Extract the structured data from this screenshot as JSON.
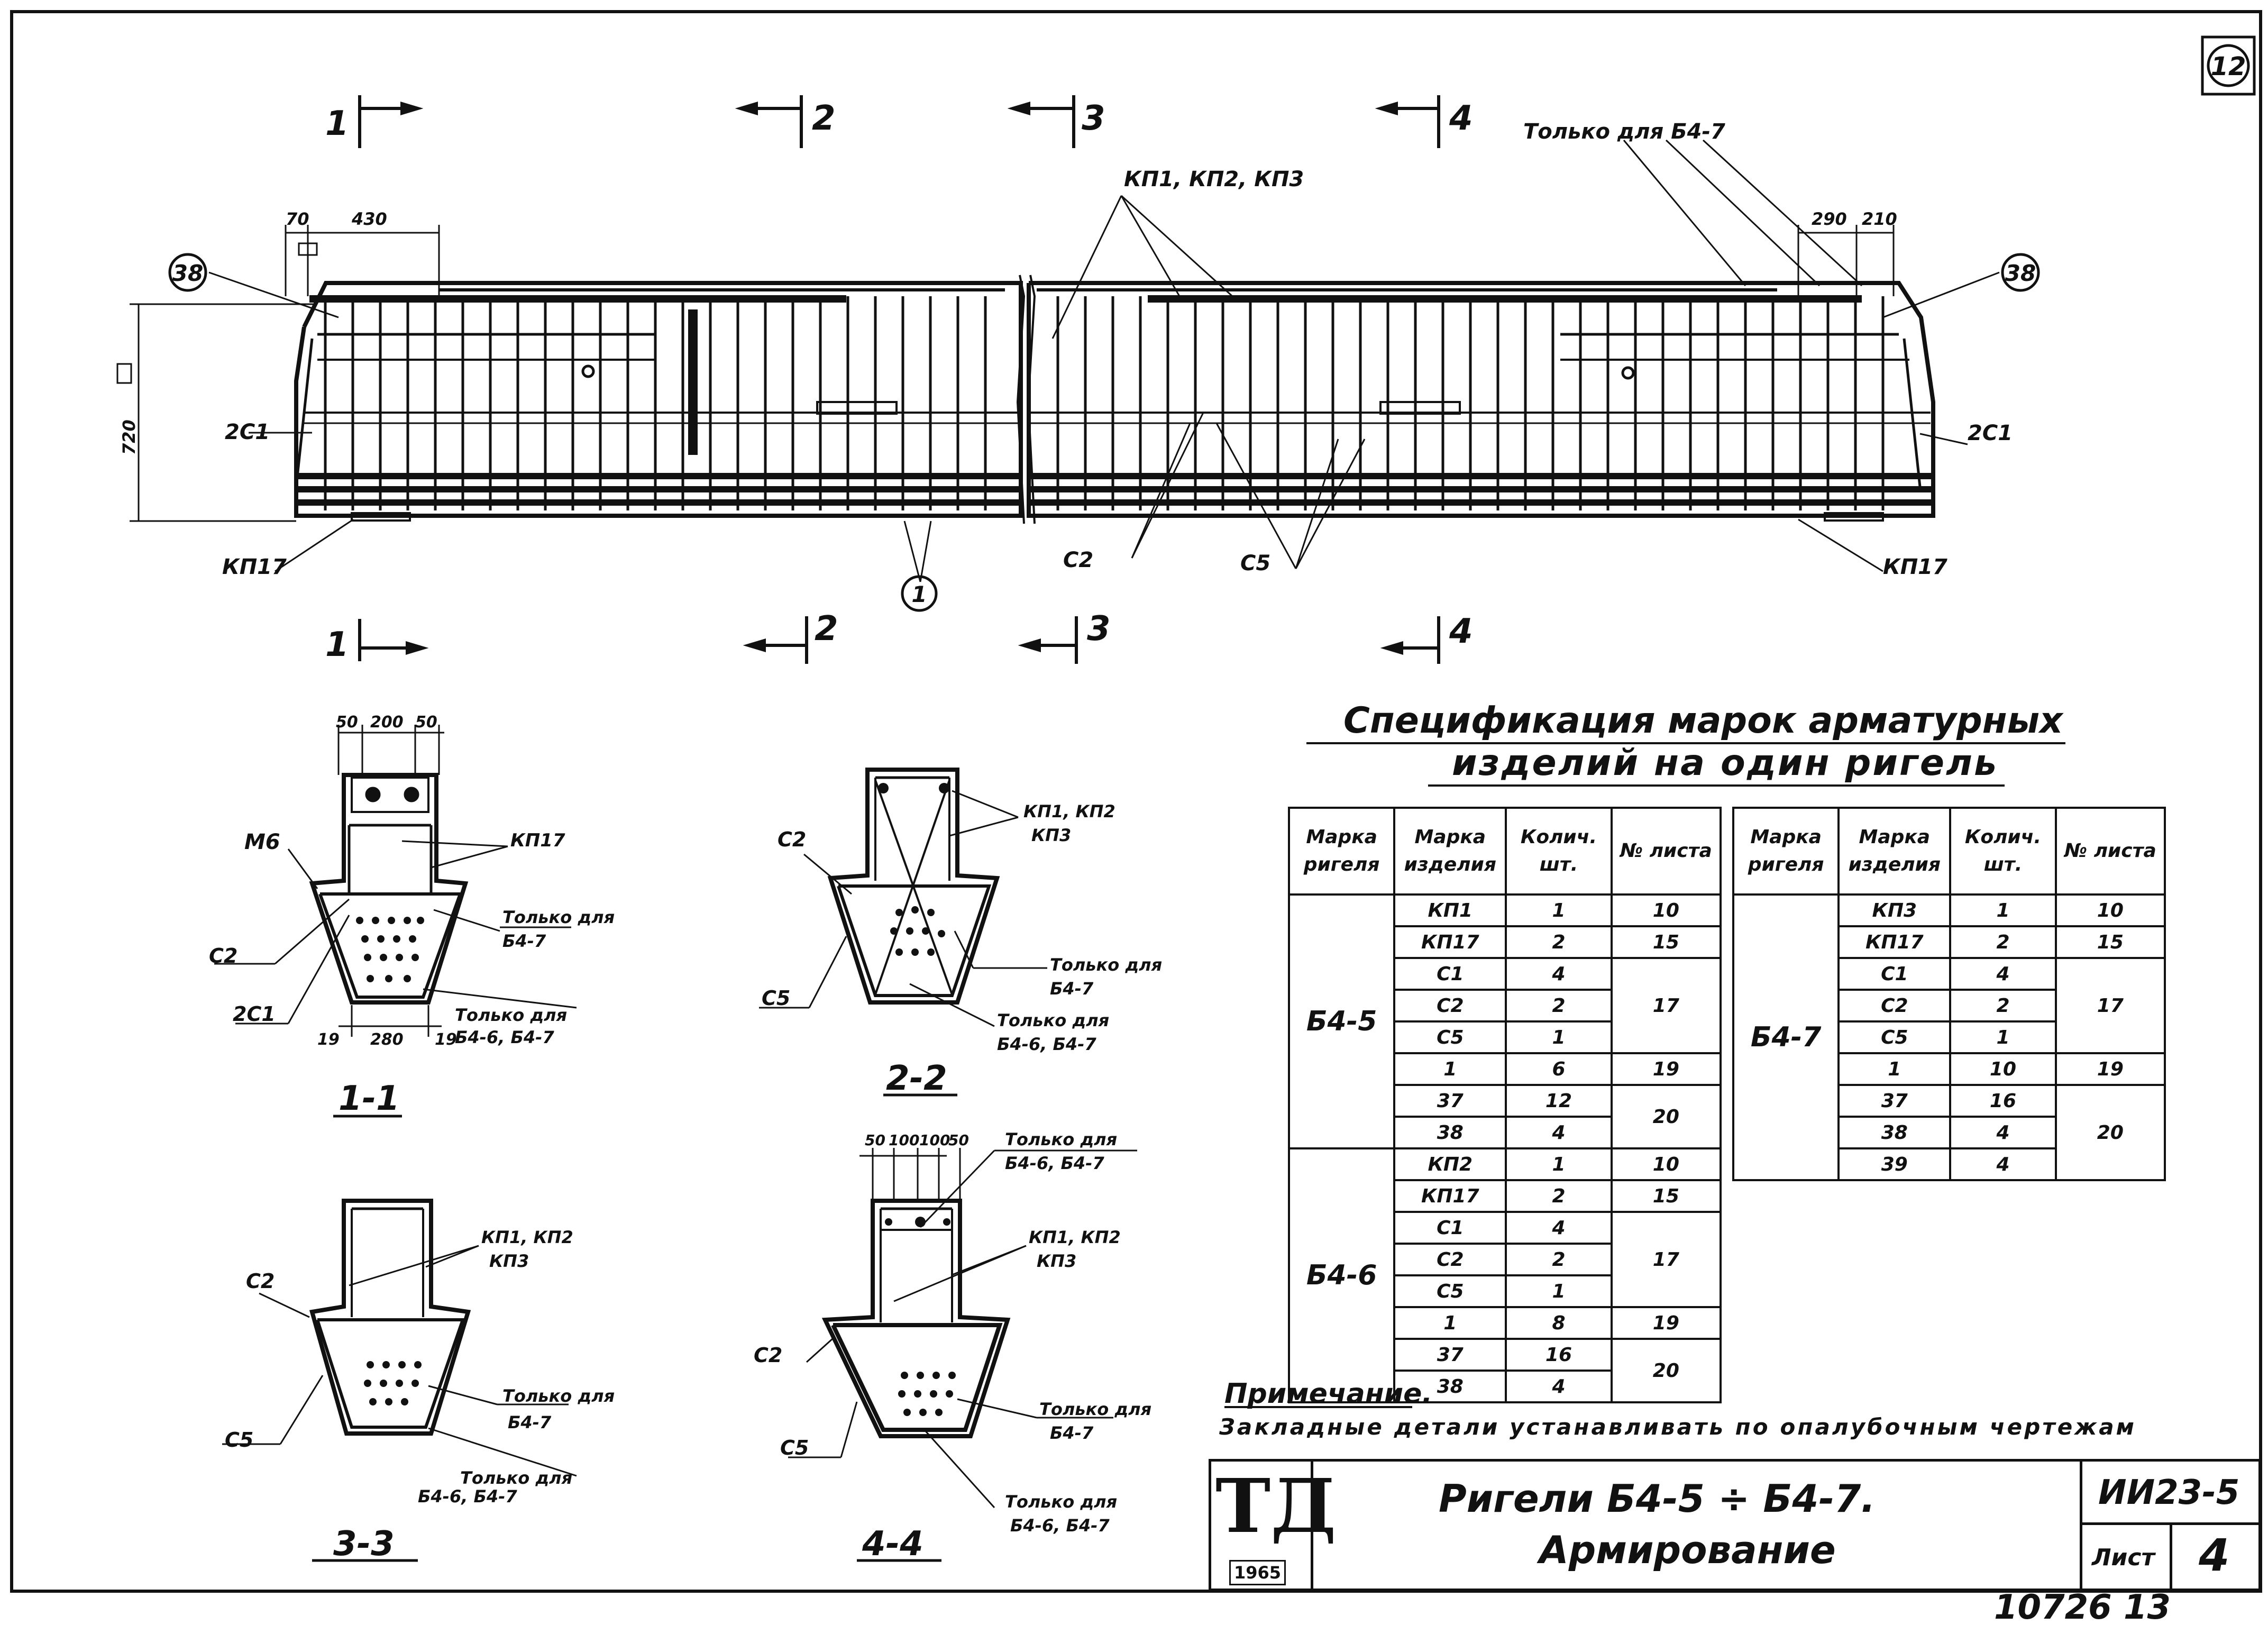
{
  "sheet_number": "12",
  "elevation": {
    "section_marks": {
      "s1": "1",
      "s2": "2",
      "s3": "3",
      "s4": "4"
    },
    "note_only_b47": "Только для Б4-7",
    "label_kp123": "КП1, КП2, КП3",
    "label_38": "38",
    "dim_70": "70",
    "dim_430": "430",
    "dim_290": "290",
    "dim_210": "210",
    "dim_720": "720",
    "label_2c1": "2С1",
    "label_kp17": "КП17",
    "label_c2": "С2",
    "label_c5": "С5",
    "label_1": "1"
  },
  "sections": {
    "s11": {
      "title": "1-1",
      "dims": [
        "50",
        "200",
        "50"
      ],
      "dims_bottom": [
        "19",
        "280",
        "19"
      ],
      "labels": {
        "m6": "М6",
        "kp17": "КП17",
        "c2": "С2",
        "only_b47": "Только для",
        "only_b47_2": "Б4-7",
        "c21": "2С1",
        "only_b46": "Только для",
        "only_b46_2": "Б4-6, Б4-7"
      }
    },
    "s22": {
      "title": "2-2",
      "labels": {
        "c2": "С2",
        "kp": "КП1, КП2",
        "kp3": "КП3",
        "only_b47": "Только для",
        "only_b47_2": "Б4-7",
        "c5": "С5",
        "only_b46": "Только для",
        "only_b46_2": "Б4-6, Б4-7"
      }
    },
    "s33": {
      "title": "3-3",
      "labels": {
        "kp": "КП1, КП2",
        "kp3": "КП3",
        "c2": "С2",
        "only_b47": "Только для",
        "only_b47_2": "Б4-7",
        "c5": "С5",
        "only_b46": "Только для",
        "only_b46_2": "Б4-6, Б4-7"
      }
    },
    "s44": {
      "title": "4-4",
      "dims": [
        "50",
        "100",
        "100",
        "50"
      ],
      "labels": {
        "only_top": "Только для",
        "only_top_2": "Б4-6, Б4-7",
        "kp": "КП1, КП2",
        "kp3": "КП3",
        "c2": "С2",
        "only_b47": "Только для",
        "only_b47_2": "Б4-7",
        "c5": "С5",
        "only_b46": "Только для",
        "only_b46_2": "Б4-6, Б4-7"
      }
    }
  },
  "spec": {
    "title_line1": "Спецификация марок арматурных",
    "title_line2": "изделий на один ригель",
    "headers": [
      "Марка ригеля",
      "Марка изделия",
      "Колич. шт.",
      "№ листа"
    ],
    "left_groups": [
      {
        "mark": "Б4-5",
        "rows": [
          {
            "item": "КП1",
            "qty": "1",
            "sheet": "10"
          },
          {
            "item": "КП17",
            "qty": "2",
            "sheet": "15"
          },
          {
            "item": "С1",
            "qty": "4",
            "sheet": "17"
          },
          {
            "item": "С2",
            "qty": "2",
            "sheet": ""
          },
          {
            "item": "С5",
            "qty": "1",
            "sheet": ""
          },
          {
            "item": "1",
            "qty": "6",
            "sheet": "19"
          },
          {
            "item": "37",
            "qty": "12",
            "sheet": "20"
          },
          {
            "item": "38",
            "qty": "4",
            "sheet": ""
          }
        ]
      },
      {
        "mark": "Б4-6",
        "rows": [
          {
            "item": "КП2",
            "qty": "1",
            "sheet": "10"
          },
          {
            "item": "КП17",
            "qty": "2",
            "sheet": "15"
          },
          {
            "item": "С1",
            "qty": "4",
            "sheet": "17"
          },
          {
            "item": "С2",
            "qty": "2",
            "sheet": ""
          },
          {
            "item": "С5",
            "qty": "1",
            "sheet": ""
          },
          {
            "item": "1",
            "qty": "8",
            "sheet": "19"
          },
          {
            "item": "37",
            "qty": "16",
            "sheet": "20"
          },
          {
            "item": "38",
            "qty": "4",
            "sheet": ""
          }
        ]
      }
    ],
    "right_groups": [
      {
        "mark": "Б4-7",
        "rows": [
          {
            "item": "КП3",
            "qty": "1",
            "sheet": "10"
          },
          {
            "item": "КП17",
            "qty": "2",
            "sheet": "15"
          },
          {
            "item": "С1",
            "qty": "4",
            "sheet": "17"
          },
          {
            "item": "С2",
            "qty": "2",
            "sheet": ""
          },
          {
            "item": "С5",
            "qty": "1",
            "sheet": ""
          },
          {
            "item": "1",
            "qty": "10",
            "sheet": "19"
          },
          {
            "item": "37",
            "qty": "16",
            "sheet": "20"
          },
          {
            "item": "38",
            "qty": "4",
            "sheet": ""
          },
          {
            "item": "39",
            "qty": "4",
            "sheet": ""
          }
        ]
      }
    ]
  },
  "note": {
    "heading": "Примечание.",
    "text": "Закладные детали устанавливать по опалубочным чертежам"
  },
  "title_block": {
    "logo": "ТД",
    "year": "1965",
    "title_line1": "Ригели Б4-5 ÷ Б4-7.",
    "title_line2": "Армирование",
    "code": "ИИ23-5",
    "sheet_label": "Лист",
    "sheet_num": "4"
  },
  "footer_stamp": "10726 13"
}
